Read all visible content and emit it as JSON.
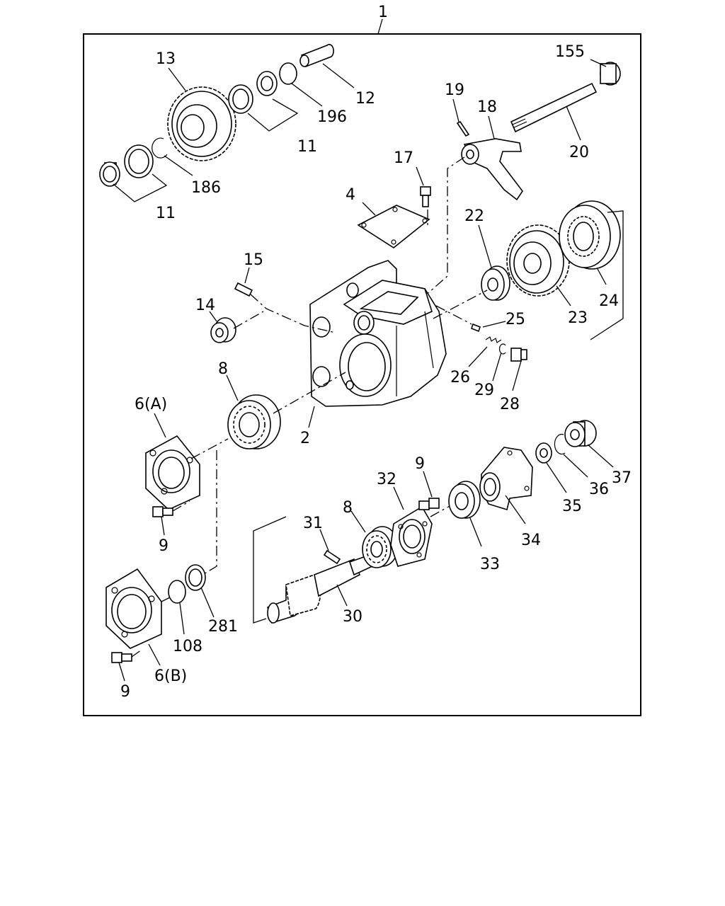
{
  "diagram": {
    "assembly_label": "1",
    "labels": {
      "p2": "2",
      "p4": "4",
      "p6a": "6(A)",
      "p6b": "6(B)",
      "p8a": "8",
      "p8b": "8",
      "p9a": "9",
      "p9b": "9",
      "p9c": "9",
      "p11a": "11",
      "p11b": "11",
      "p12": "12",
      "p13": "13",
      "p14": "14",
      "p15": "15",
      "p17": "17",
      "p18": "18",
      "p19": "19",
      "p20": "20",
      "p22": "22",
      "p23": "23",
      "p24": "24",
      "p25": "25",
      "p26": "26",
      "p28": "28",
      "p29": "29",
      "p30": "30",
      "p31": "31",
      "p32": "32",
      "p33": "33",
      "p34": "34",
      "p35": "35",
      "p36": "36",
      "p37": "37",
      "p108": "108",
      "p155": "155",
      "p186": "186",
      "p196": "196",
      "p281": "281"
    }
  }
}
